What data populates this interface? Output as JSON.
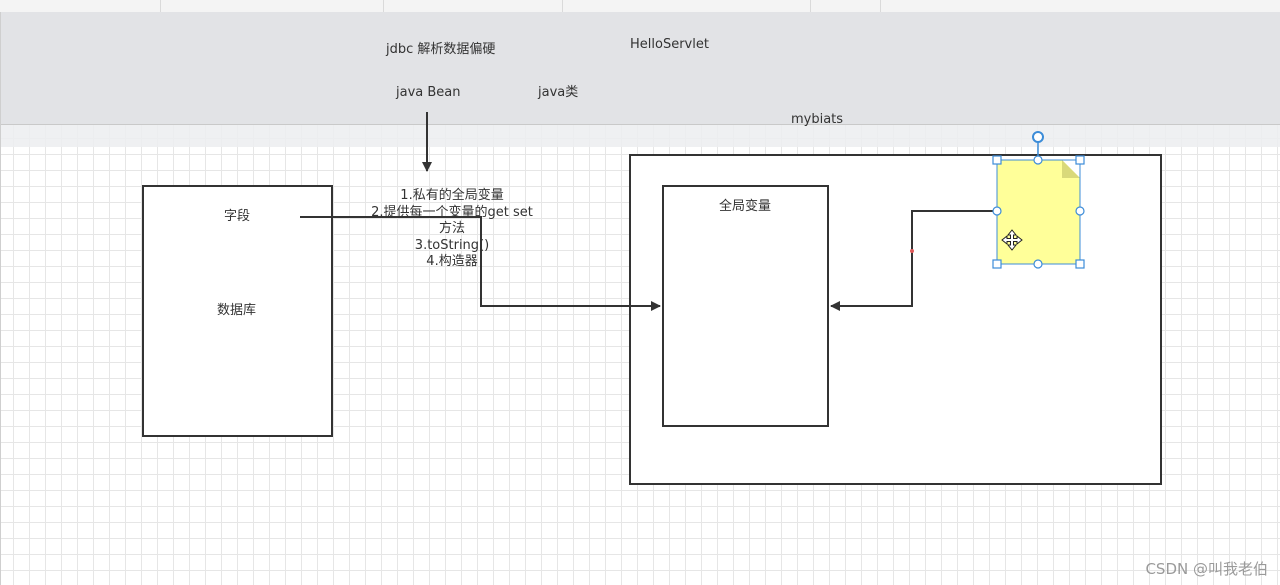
{
  "top_labels": {
    "jdbc": "jdbc 解析数据偏硬",
    "hello_servlet": "HelloServlet",
    "java_bean": "java Bean",
    "java_class": "java类",
    "mybiats": "mybiats"
  },
  "left_box": {
    "field": "字段",
    "database": "数据库"
  },
  "bean_steps": [
    "1.私有的全局变量",
    "2.提供每一个变量的get set",
    "方法",
    "3.toString()",
    "4.构造器"
  ],
  "inner_box": {
    "title": "全局变量"
  },
  "sticky_note": {
    "color": "#ffff99",
    "fold_color": "#d9d97a",
    "icon": "move-cursor-icon"
  },
  "selection_color": "#3c8cd8",
  "watermark": "CSDN @叫我老伯"
}
